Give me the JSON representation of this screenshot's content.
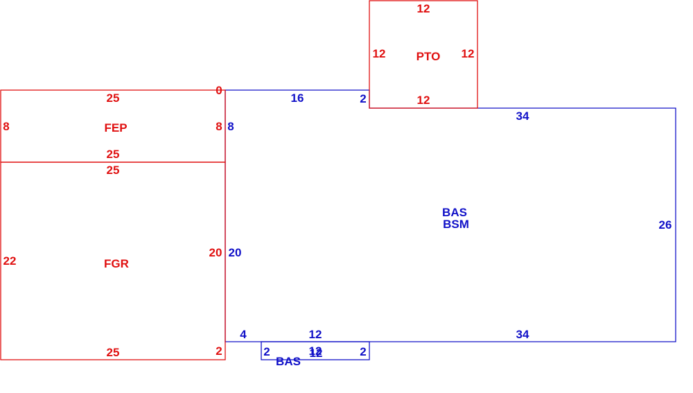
{
  "colors": {
    "red": "#e01010",
    "blue": "#1010c8"
  },
  "areas": {
    "pto": "PTO",
    "fep": "FEP",
    "fgr": "FGR",
    "bas_main": "BAS",
    "bsm": "BSM",
    "bas_small": "BAS"
  },
  "dims": {
    "pto_top": "12",
    "pto_left": "12",
    "pto_right": "12",
    "pto_bottom": "12",
    "fep_top": "25",
    "fep_bottom": "25",
    "fep_left": "8",
    "fep_right": "8",
    "fep_corner": "0",
    "fgr_top": "25",
    "fgr_bottom": "25",
    "fgr_left": "22",
    "fgr_right": "20",
    "fgr_corner": "2",
    "bas_top_left": "16",
    "bas_step": "2",
    "bas_top_right": "34",
    "bas_right": "26",
    "bas_bottom": "34",
    "bas_left_upper": "8",
    "bas_left_lower": "20",
    "bas_bottom_step": "4",
    "bas_bottom_mid": "12",
    "bay_left": "2",
    "bay_right": "2",
    "bay_top": "12",
    "bay_bottom": "12"
  }
}
